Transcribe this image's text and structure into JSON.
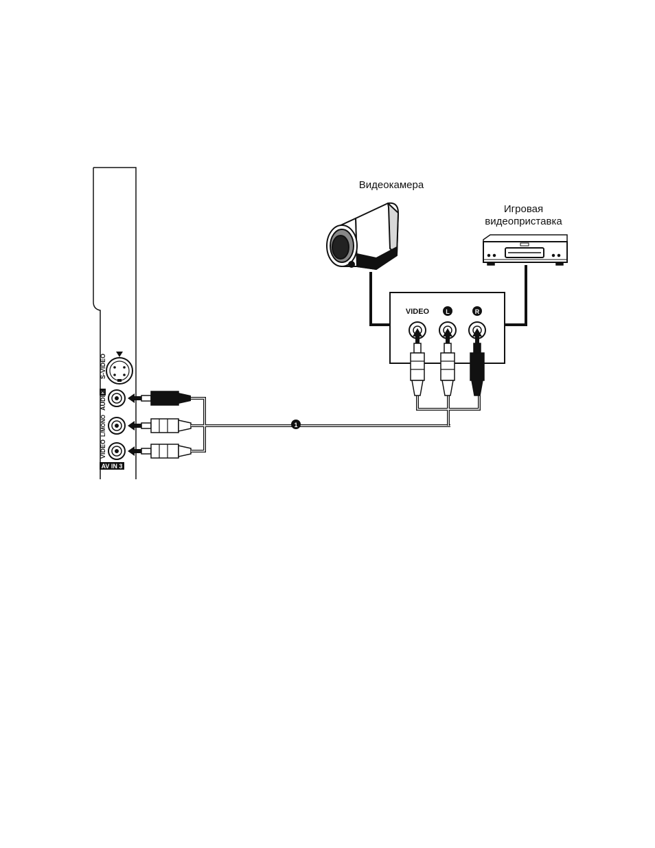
{
  "devices": {
    "camcorder_label": "Видеокамера",
    "console_label_line1": "Игровая",
    "console_label_line2": "видеоприставка"
  },
  "source_panel": {
    "video_label": "VIDEO",
    "left_badge": "L",
    "right_badge": "R"
  },
  "tv_panel": {
    "s_video_label": "S-VIDEO",
    "audio_r_label": "AUDIO",
    "audio_r_badge": "R",
    "audio_l_label": "L/MONO",
    "video_label": "VIDEO",
    "section_label": "AV IN 3"
  },
  "cable": {
    "marker": "1"
  },
  "colors": {
    "ink": "#111111",
    "panel_fill": "#ffffff"
  }
}
